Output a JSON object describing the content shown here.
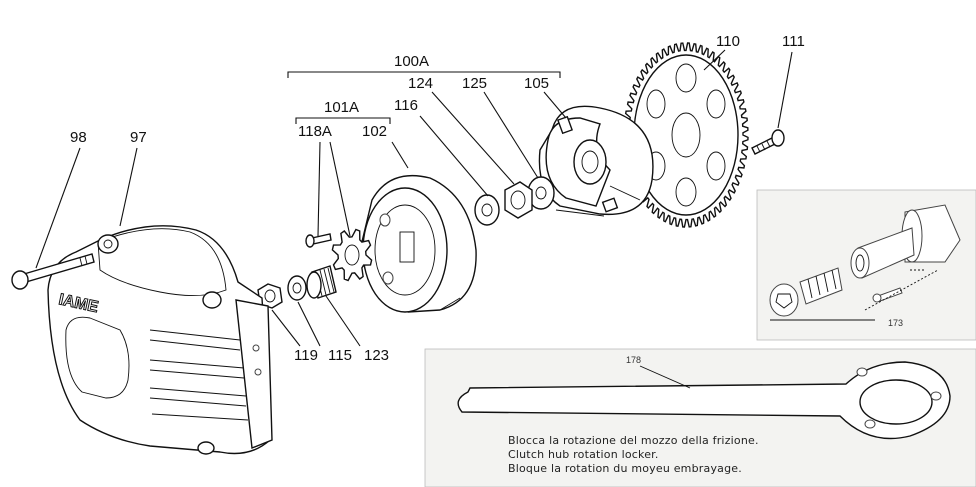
{
  "labels": {
    "p98": "98",
    "p97": "97",
    "p100a": "100A",
    "p101a": "101A",
    "p118a": "118A",
    "p102": "102",
    "p116": "116",
    "p124": "124",
    "p125": "125",
    "p105": "105",
    "p110": "110",
    "p111": "111",
    "p119": "119",
    "p115": "115",
    "p123": "123",
    "p173": "173",
    "p178": "178"
  },
  "housing_brand": "IAME",
  "caption_lines": [
    "Blocca la rotazione del mozzo della frizione.",
    "Clutch hub rotation locker.",
    "Bloque la rotation du moyeu embrayage."
  ],
  "colors": {
    "ink": "#111111",
    "inset_bg": "#f2f2f0",
    "background": "#ffffff"
  }
}
